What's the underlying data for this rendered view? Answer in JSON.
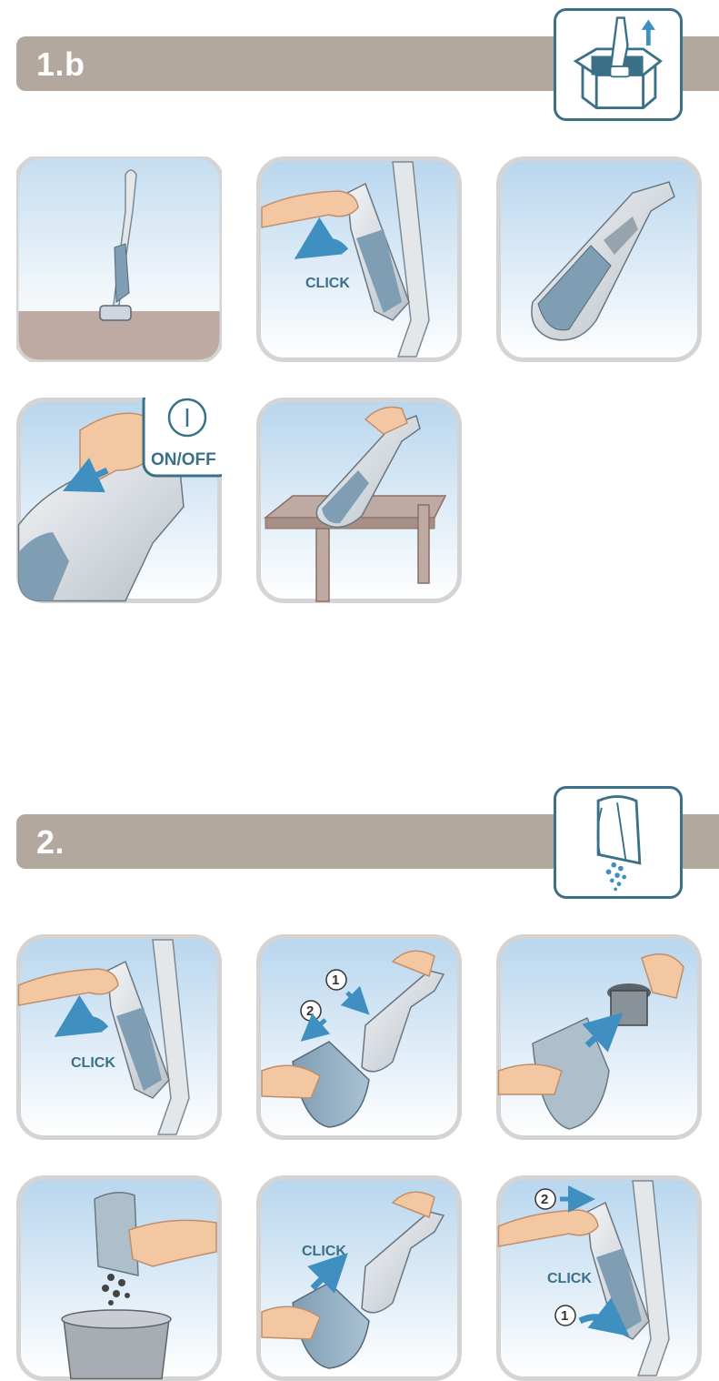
{
  "sections": [
    {
      "title": "1.b",
      "icon": "unpack-box-icon"
    },
    {
      "title": "2.",
      "icon": "empty-dust-container-icon"
    }
  ],
  "labels": {
    "click": "CLICK",
    "on_off": "ON/OFF",
    "step_1": "1",
    "step_2": "2"
  },
  "colors": {
    "section_bar": "#b2a89d",
    "accent_blue": "#3a7088",
    "arrow_blue": "#3f8fc0"
  }
}
